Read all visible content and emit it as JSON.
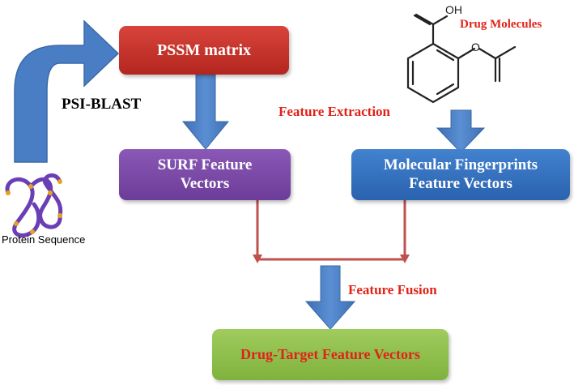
{
  "diagram": {
    "boxes": {
      "pssm": {
        "label": "PSSM matrix",
        "fill": "#c0302a"
      },
      "surf": {
        "line1": "SURF Feature",
        "line2": "Vectors",
        "fill": "#7b4aa6"
      },
      "molecular": {
        "line1": "Molecular Fingerprints",
        "line2": "Feature Vectors",
        "fill": "#2f6fbf"
      },
      "drug_target": {
        "label": "Drug-Target Feature Vectors",
        "fill": "#8dbf4a",
        "text_color": "#e0231a"
      }
    },
    "labels": {
      "psi_blast": "PSI-BLAST",
      "feature_extraction": "Feature Extraction",
      "feature_fusion": "Feature Fusion",
      "drug_molecules": "Drug Molecules",
      "protein_sequence": "Protein Sequence",
      "oh": "OH",
      "o": "O"
    },
    "colors": {
      "arrow": "#4a7ec4",
      "connector": "#c0504d",
      "red_text": "#e0231a",
      "molecule_line": "#222222",
      "protein_purple": "#6a3fb5",
      "protein_bead": "#e8a020"
    }
  }
}
